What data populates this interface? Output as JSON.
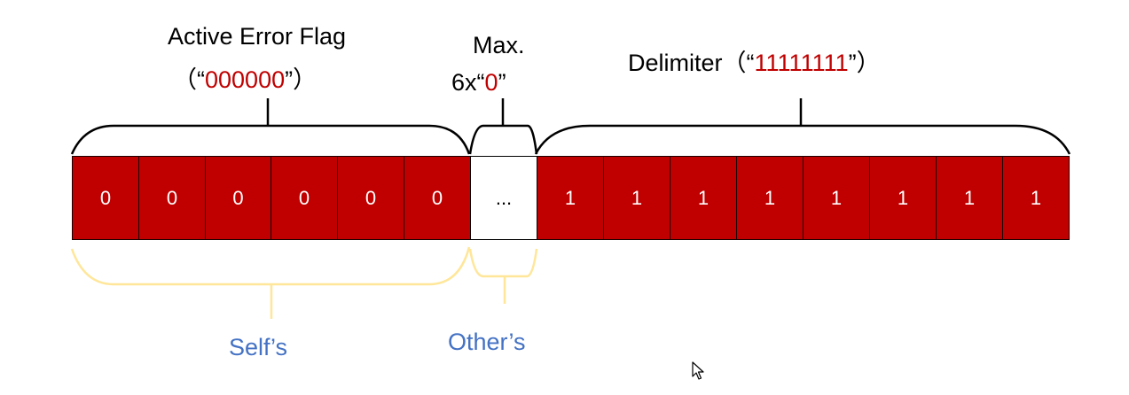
{
  "labels": {
    "active_error_flag": "Active Error Flag",
    "active_open": "（“",
    "active_bits": "000000",
    "active_close": "”）",
    "max_line1": "Max.",
    "max_prefix": "6x",
    "max_open": "“",
    "max_bit": "0",
    "max_close": "”",
    "delimiter": "Delimiter",
    "delim_open": "（“",
    "delim_bits": "11111111",
    "delim_close": "”）",
    "selfs": "Self’s",
    "others": "Other’s"
  },
  "cells": {
    "self_bits": [
      "0",
      "0",
      "0",
      "0",
      "0",
      "0"
    ],
    "other_bits": "...",
    "delimiter_bits": [
      "1",
      "1",
      "1",
      "1",
      "1",
      "1",
      "1",
      "1"
    ]
  },
  "colors": {
    "cell_fill": "#c00000",
    "emphasis_text": "#c00000",
    "lower_brace": "#ffe699",
    "lower_label": "#4472c4"
  },
  "icons": [
    "mouse-cursor-icon"
  ]
}
